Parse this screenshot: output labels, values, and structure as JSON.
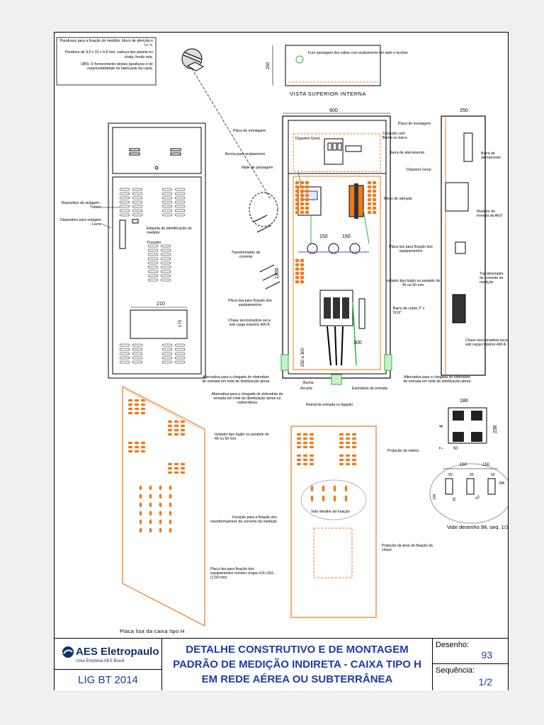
{
  "notes": {
    "fixing_screws": "Parafusos para a fixação do medidor, bloco de aferição e t.c.'s.",
    "screw_spec": "Parafuso de 9,5 x 32 x 4,8 mm, cabeça tipo panela ou chata, fenda reta.",
    "screw_supply": "OBS: O fornecimento destes parafusos é de responsabilidade do fabricante da caixa."
  },
  "top_view": {
    "hole_note": "Furo passagem dos cabos com acabamento em niple e buchas",
    "dim_250": "250",
    "title": "VISTA SUPERIOR INTERNA"
  },
  "dims": {
    "width_600": "600",
    "side_250": "250",
    "height_1300": "1300",
    "d150a": "150",
    "d150b": "150",
    "d210": "210",
    "d170": "170",
    "d300": "300",
    "d250_300": "250 a 300",
    "d186": "186",
    "d236": "236",
    "d4": "4",
    "d7": "7",
    "d50": "50",
    "det150a": "150",
    "det150b": "150",
    "det50a": "50",
    "det50b": "50",
    "det50c": "50",
    "det100": "100",
    "det25": "25",
    "detR2": "R2",
    "detPhi": "ØA"
  },
  "labels": {
    "placa_montagem": "Placa de montagem",
    "disjuntor_geral": "Disjuntor Geral",
    "bucha_acabamento": "Bucha para acabamento",
    "niple_passagem": "Niple de passagem",
    "conexao_borne": "Conexão com Borne ou barra",
    "barra_aterramento": "Barra de aterramento",
    "placa_montagem_r": "Placa de montagem",
    "barra_aterramento_r": "Barra de aterramento",
    "disjuntor_geral_r": "Disjuntor Geral",
    "bloco_afericao": "Bloco de aferição",
    "medidor_aes": "Medidor de energia da AES",
    "dispositivo_tubete": "Dispositivo de selagem - Tubete",
    "dispositivo_lacre": "Dispositivo para selagem - Lacre",
    "etiqueta": "Etiqueta de identificação do medidor",
    "puxador": "Puxador",
    "transformador": "Transformador de corrente",
    "placa_lisa": "Placa lisa para fixação dos equipamentos",
    "chave_secc": "Chave seccionadora seca sob carga máximo 400 A",
    "placa_lisa_r": "Placa lisa para fixação dos equipamentos",
    "isolador_r": "Isolador tipo bujão ou paralelo de 45 ou 50 mm",
    "transf_r": "Transformador de corrente de medição",
    "chave_r": "Chave seccionadora seca sob carga máximo 400 A",
    "barra_cobre": "Barra de cobre 2\" x 5/16\"",
    "alt_aerea": "Alternativa para a chegada do eletroduto de entrada em rede de distribuição aérea",
    "alt_aerea_r": "Alternativa para a chegada do eletroduto de entrada em rede de distribuição aérea",
    "alt_subterranea": "Alternativa para a chegada do eletroduto de entrada em rede de distribuição aérea ou subterrânea",
    "bucha": "Bucha",
    "arruela": "Arruela",
    "eletroduto": "Eletroduto de entrada",
    "ramal": "Ramal de entrada ou ligação",
    "isolador_plate": "Isolador tipo bujão ou paralelo de 45 ou 50 mm",
    "furacao_tc": "Furação para a fixação dos transformadores de corrente da medição",
    "placa_lisa_min": "Placa lisa para fixação dos equipamentos mínimo chapa #16 USG (1,50 mm)",
    "placa_lisa_caixa": "Placa lisa da caixa tipo H",
    "projecao_viseira": "Projeção da viseira",
    "vide_detalhe": "Vide detalhe da furação",
    "projecao_area": "Projeção da área de fixação da chave",
    "vide_desenho": "Vide desenho 98, seq. 1/1"
  },
  "title_block": {
    "brand": "AES Eletropaulo",
    "brand_sub": "Uma Empresa AES Brasil",
    "code": "LIG BT 2014",
    "title_line1": "DETALHE CONSTRUTIVO E DE MONTAGEM",
    "title_line2": "PADRÃO DE MEDIÇÃO INDIRETA - CAIXA TIPO H",
    "title_line3": "EM REDE AÉREA OU SUBTERRÂNEA",
    "desenho_label": "Desenho:",
    "desenho_value": "93",
    "sequencia_label": "Sequência:",
    "sequencia_value": "1/2"
  },
  "colors": {
    "orange": "#f07a1a",
    "blue_text": "#1f3aa6",
    "green": "#2db34a",
    "purple": "#8a2be2"
  }
}
